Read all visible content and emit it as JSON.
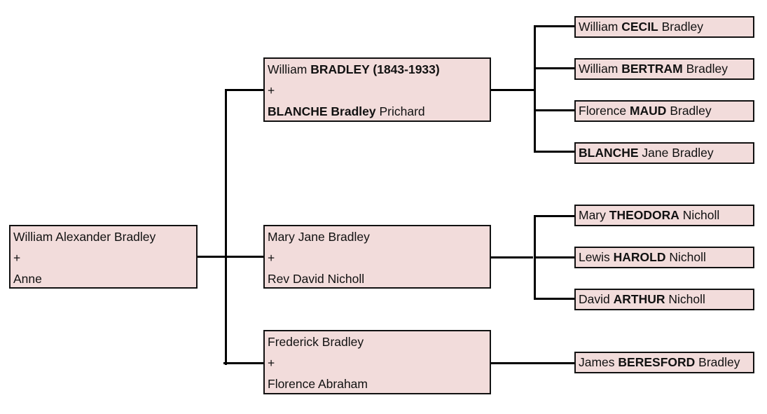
{
  "tree": {
    "root": {
      "lines": [
        [
          {
            "t": "William Alexander Bradley",
            "b": false
          }
        ],
        [
          {
            "t": "+",
            "b": false
          }
        ],
        [
          {
            "t": "Anne",
            "b": false
          }
        ]
      ]
    },
    "couples": [
      {
        "lines": [
          [
            {
              "t": "William ",
              "b": false
            },
            {
              "t": "BRADLEY (1843-1933)",
              "b": true
            }
          ],
          [
            {
              "t": "+",
              "b": false
            }
          ],
          [
            {
              "t": "BLANCHE Bradley",
              "b": true
            },
            {
              "t": " Prichard",
              "b": false
            }
          ]
        ],
        "children": [
          [
            {
              "t": "William ",
              "b": false
            },
            {
              "t": "CECIL",
              "b": true
            },
            {
              "t": " Bradley",
              "b": false
            }
          ],
          [
            {
              "t": "William ",
              "b": false
            },
            {
              "t": "BERTRAM",
              "b": true
            },
            {
              "t": " Bradley",
              "b": false
            }
          ],
          [
            {
              "t": "Florence ",
              "b": false
            },
            {
              "t": "MAUD",
              "b": true
            },
            {
              "t": " Bradley",
              "b": false
            }
          ],
          [
            {
              "t": "BLANCHE",
              "b": true
            },
            {
              "t": " Jane Bradley",
              "b": false
            }
          ]
        ]
      },
      {
        "lines": [
          [
            {
              "t": "Mary Jane Bradley",
              "b": false
            }
          ],
          [
            {
              "t": "+",
              "b": false
            }
          ],
          [
            {
              "t": "Rev David Nicholl",
              "b": false
            }
          ]
        ],
        "children": [
          [
            {
              "t": "Mary ",
              "b": false
            },
            {
              "t": "THEODORA",
              "b": true
            },
            {
              "t": " Nicholl",
              "b": false
            }
          ],
          [
            {
              "t": "Lewis ",
              "b": false
            },
            {
              "t": "HAROLD",
              "b": true
            },
            {
              "t": " Nicholl",
              "b": false
            }
          ],
          [
            {
              "t": "David ",
              "b": false
            },
            {
              "t": "ARTHUR",
              "b": true
            },
            {
              "t": " Nicholl",
              "b": false
            }
          ]
        ]
      },
      {
        "lines": [
          [
            {
              "t": "Frederick Bradley",
              "b": false
            }
          ],
          [
            {
              "t": "+",
              "b": false
            }
          ],
          [
            {
              "t": "Florence Abraham",
              "b": false
            }
          ]
        ],
        "children": [
          [
            {
              "t": "James ",
              "b": false
            },
            {
              "t": "BERESFORD",
              "b": true
            },
            {
              "t": " Bradley",
              "b": false
            }
          ]
        ]
      }
    ]
  },
  "colors": {
    "box_fill": "#f2dcdb",
    "line": "#000000"
  }
}
